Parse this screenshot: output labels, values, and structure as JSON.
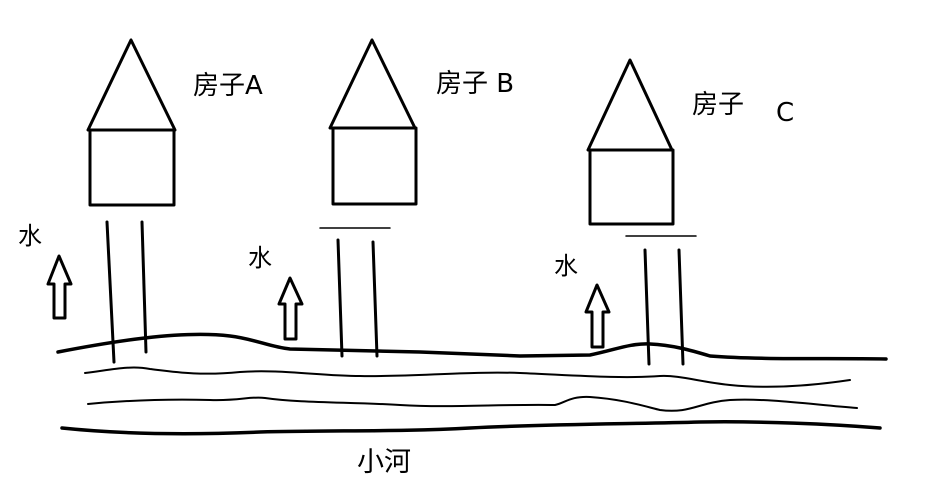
{
  "houses": [
    {
      "label": "房子A"
    },
    {
      "label": "房子 B"
    },
    {
      "label": "房子",
      "letter": "C"
    }
  ],
  "water": [
    {
      "label": "水"
    },
    {
      "label": "水"
    },
    {
      "label": "水"
    }
  ],
  "river": {
    "label": "小河"
  },
  "colors": {
    "ink": "#000000",
    "background": "#ffffff"
  },
  "icons": {
    "water_arrow": "up-arrow-icon"
  }
}
